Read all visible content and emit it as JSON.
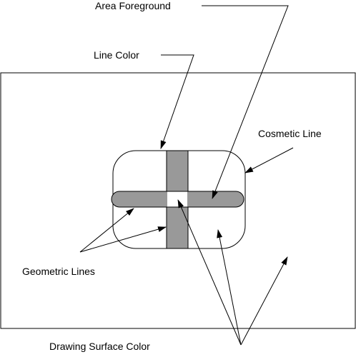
{
  "labels": {
    "area_foreground": "Area Foreground",
    "line_color": "Line Color",
    "cosmetic_line": "Cosmetic Line",
    "geometric_lines": "Geometric Lines",
    "drawing_surface_color": "Drawing Surface Color"
  },
  "colors": {
    "background": "#ffffff",
    "outline": "#000000",
    "geometric_line_fill": "#999999"
  }
}
